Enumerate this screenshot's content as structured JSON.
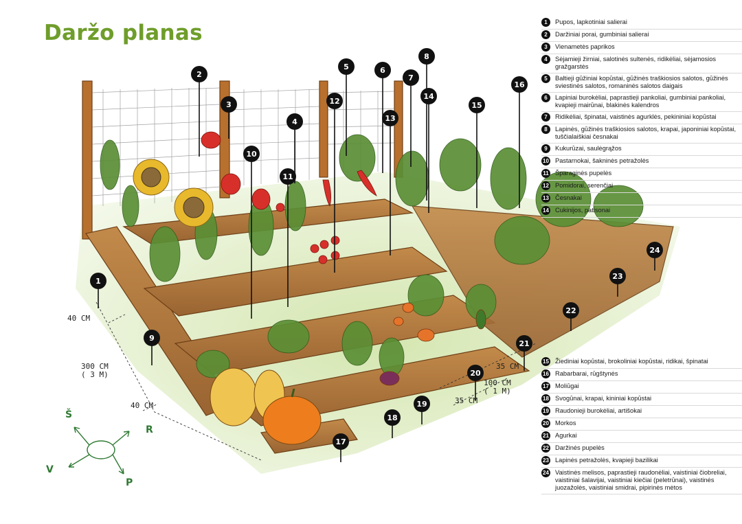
{
  "title": "Daržo planas",
  "legend_top": [
    {
      "num": "1",
      "text": "Pupos, lapkotiniai salierai"
    },
    {
      "num": "2",
      "text": "Daržiniai porai, gumbiniai salierai"
    },
    {
      "num": "3",
      "text": "Vienametės paprikos"
    },
    {
      "num": "4",
      "text": "Sėjamieji žirniai, salotinės sultenės, ridikėliai, sėjamosios gražgarstės"
    },
    {
      "num": "5",
      "text": "Baltieji gūžiniai kopūstai, gūžinės traškiosios salotos, gūžinės sviestinės salotos, romaninės salotos daigais"
    },
    {
      "num": "6",
      "text": "Lapiniai burokėliai, paprastieji pankoliai, gumbiniai pankoliai, kvapieji mairūnai, blakinės kalendros"
    },
    {
      "num": "7",
      "text": "Ridikėliai, špinatai, vaistinės agurklės, pekininiai kopūstai"
    },
    {
      "num": "8",
      "text": "Lapinės, gūžinės traškiosios salotos, krapai, japoniniai kopūstai, tuščialaiškiai česnakai"
    },
    {
      "num": "9",
      "text": "Kukurūzai, saulėgrąžos"
    },
    {
      "num": "10",
      "text": "Pastarnokai, šakninės petražolės"
    },
    {
      "num": "11",
      "text": "Šparaginės pupelės"
    },
    {
      "num": "12",
      "text": "Pomidorai, serenčiai"
    },
    {
      "num": "13",
      "text": "Česnakai"
    },
    {
      "num": "14",
      "text": "Cukinijos, patisonai"
    }
  ],
  "legend_bottom": [
    {
      "num": "15",
      "text": "Žiediniai kopūstai, brokoliniai kopūstai, ridikai, špinatai"
    },
    {
      "num": "16",
      "text": "Rabarbarai, rūgštynės"
    },
    {
      "num": "17",
      "text": "Moliūgai"
    },
    {
      "num": "18",
      "text": "Svogūnai, krapai, kininiai kopūstai"
    },
    {
      "num": "19",
      "text": "Raudonieji burokėliai, artišokai"
    },
    {
      "num": "20",
      "text": "Morkos"
    },
    {
      "num": "21",
      "text": "Agurkai"
    },
    {
      "num": "22",
      "text": "Daržinės pupelės"
    },
    {
      "num": "23",
      "text": "Lapinės petražolės, kvapieji bazilikai"
    },
    {
      "num": "24",
      "text": "Vaistinės melisos, paprastieji raudonėliai, vaistiniai čiobreliai, vaistiniai šalavijai, vaistiniai kiečiai (peletrūnai), vaistinės juozažolės, vaistiniai smidrai, pipirinės mėtos"
    }
  ],
  "dimensions": {
    "bed_width_left": "40 CM",
    "bed_length": "300 CM\n( 3 M)",
    "bed_width_bottom": "40 CM",
    "path_a": "35 CM",
    "path_b": "35 CM",
    "bed_short": "100 CM\n( 1 M)"
  },
  "compass": {
    "n": "Š",
    "e": "R",
    "s": "P",
    "w": "V"
  },
  "colors": {
    "title_green": "#6f9d2b",
    "compass_green": "#2f7a33",
    "soil": "#b07a3c",
    "grass": "#d7e8b6",
    "pin": "#111111"
  }
}
